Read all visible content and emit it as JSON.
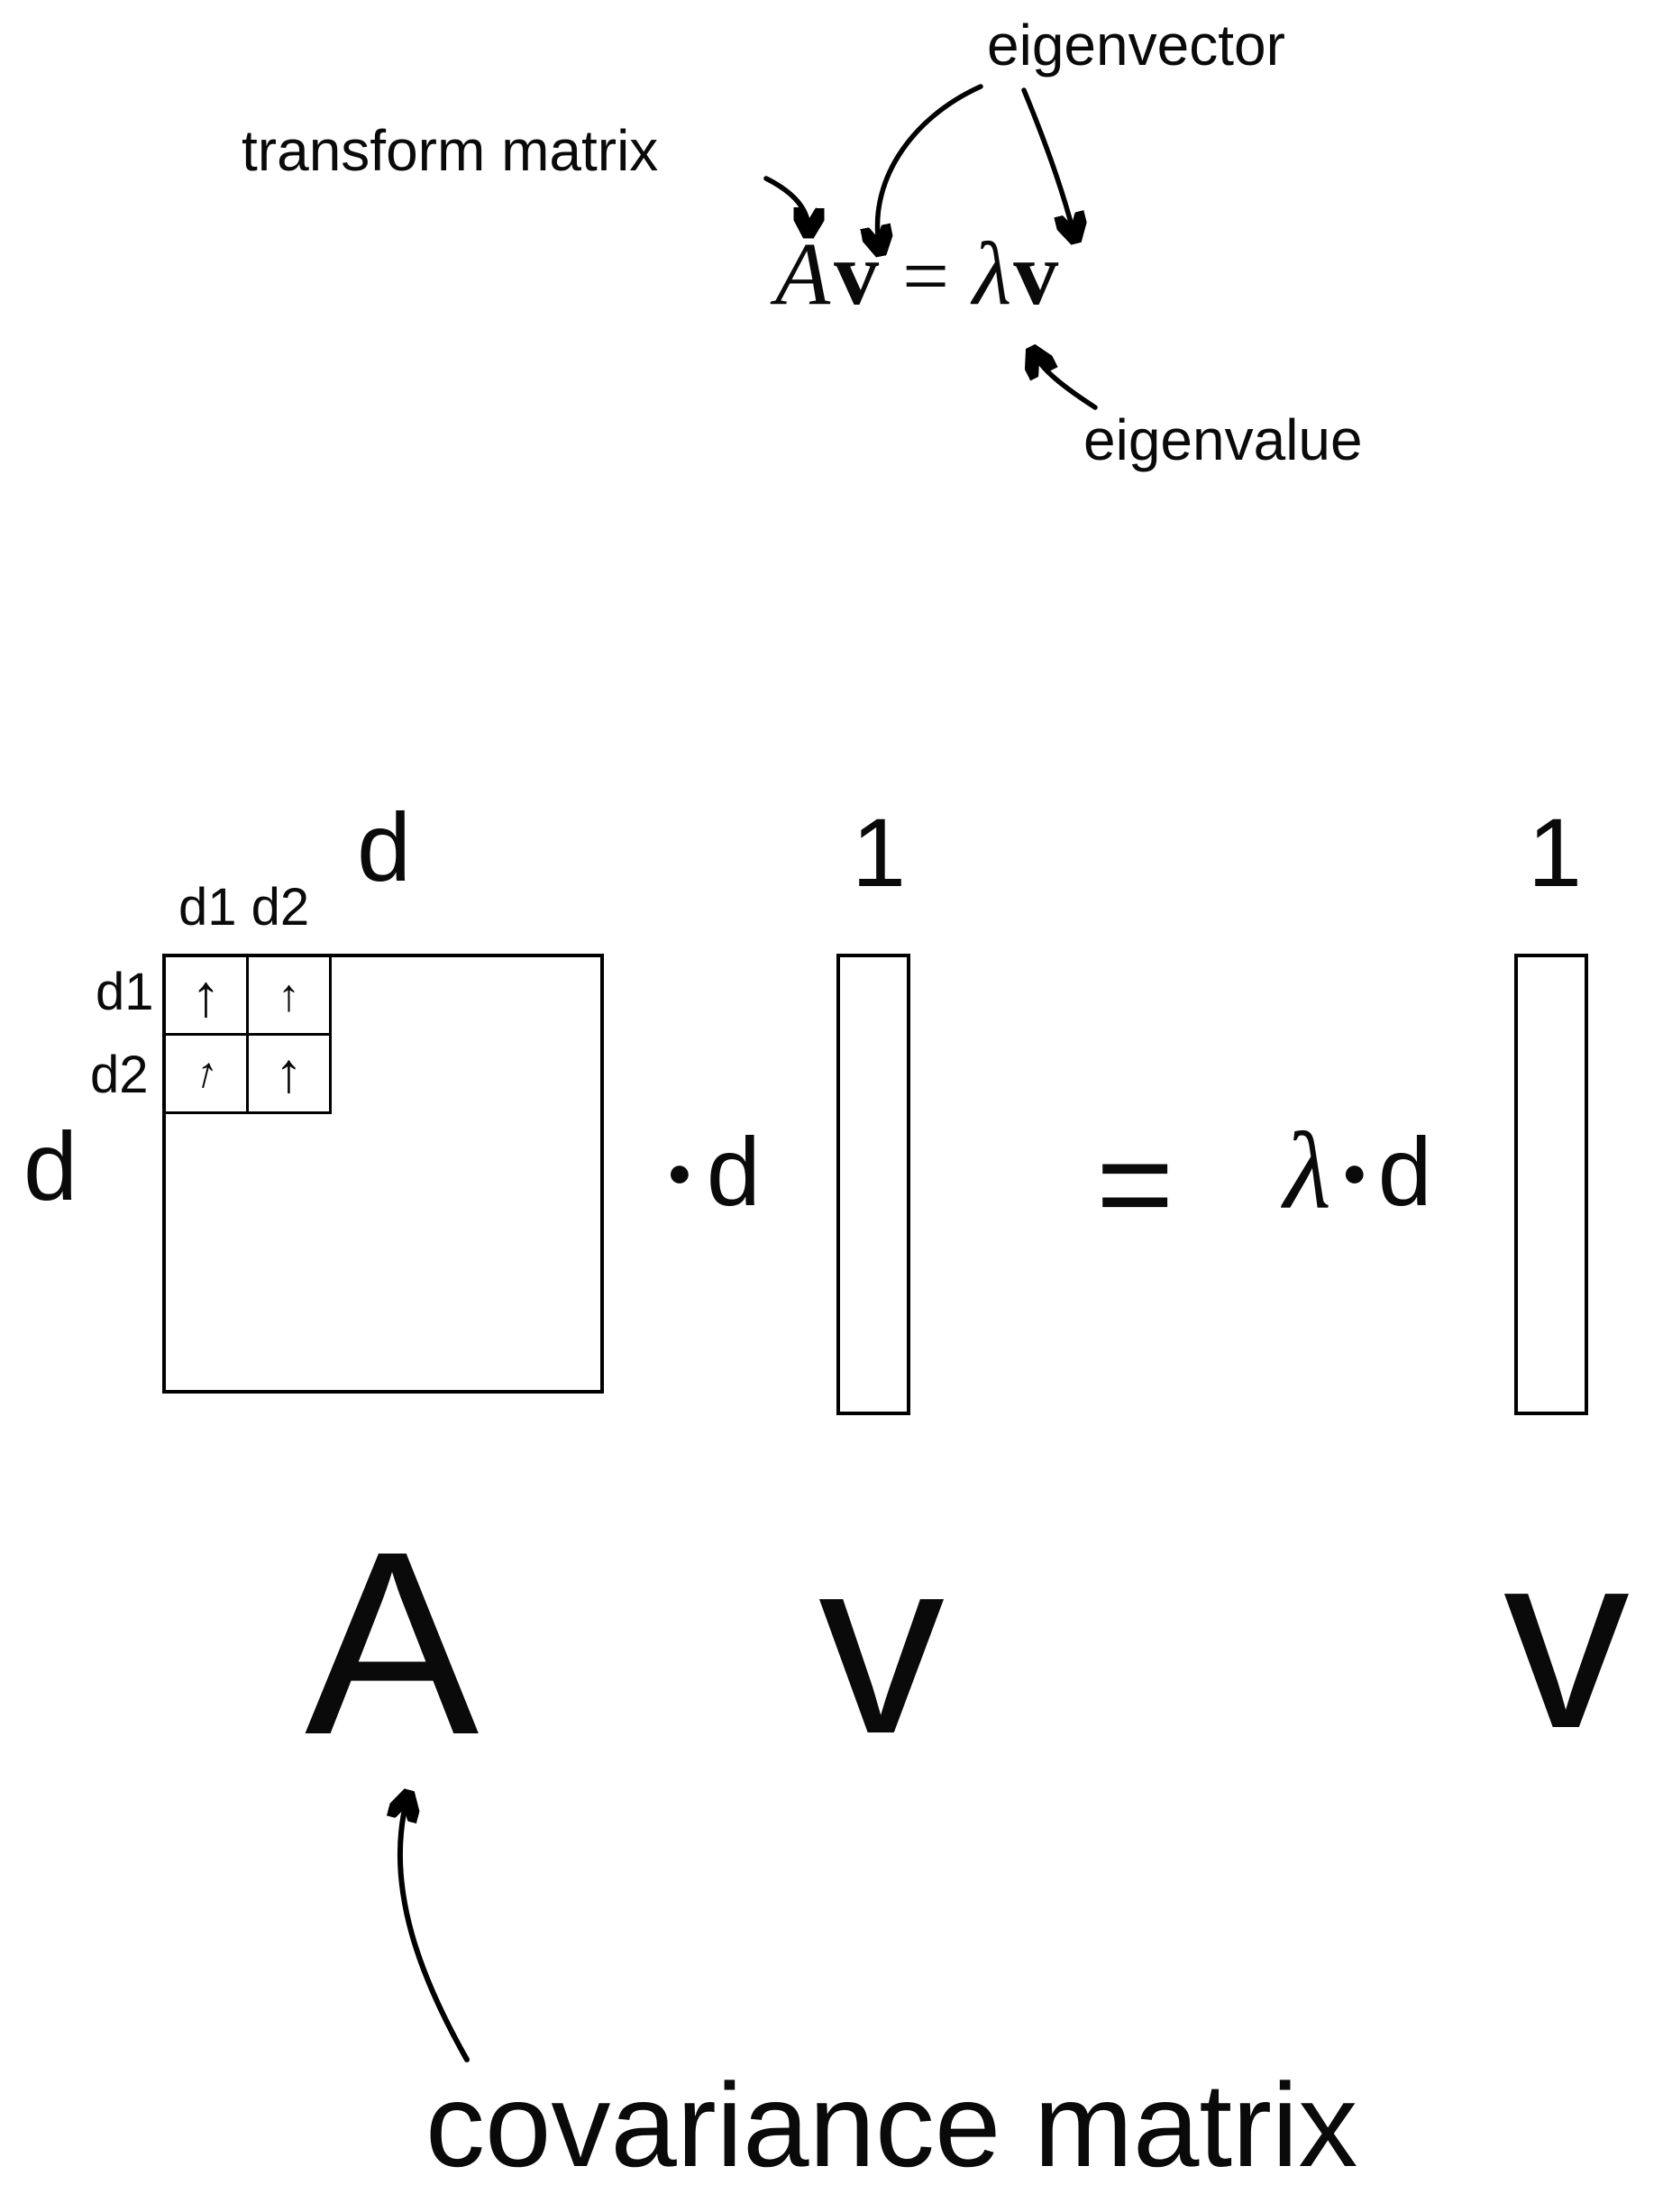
{
  "formula_region": {
    "eigenvector_label": "eigenvector",
    "transform_matrix_label": "transform matrix",
    "eigenvalue_label": "eigenvalue",
    "formula": {
      "A": "A",
      "v1": "v",
      "equals": "=",
      "lambda": "λ",
      "v2": "v"
    }
  },
  "diagram": {
    "matrix_A": {
      "top_dim": "d",
      "left_dim": "d",
      "subgrid": {
        "col_labels": "d1 d2",
        "row_labels": [
          "d1",
          "d2"
        ],
        "cell_arrow": "↑"
      }
    },
    "dot": "●",
    "vector_v1": {
      "top_dim": "1",
      "left_dim": "d"
    },
    "equals": "=",
    "lambda": "λ",
    "vector_v2": {
      "top_dim": "1"
    },
    "label_A": "A",
    "label_v1": "v",
    "label_v2": "v",
    "covariance_label": "covariance matrix"
  }
}
